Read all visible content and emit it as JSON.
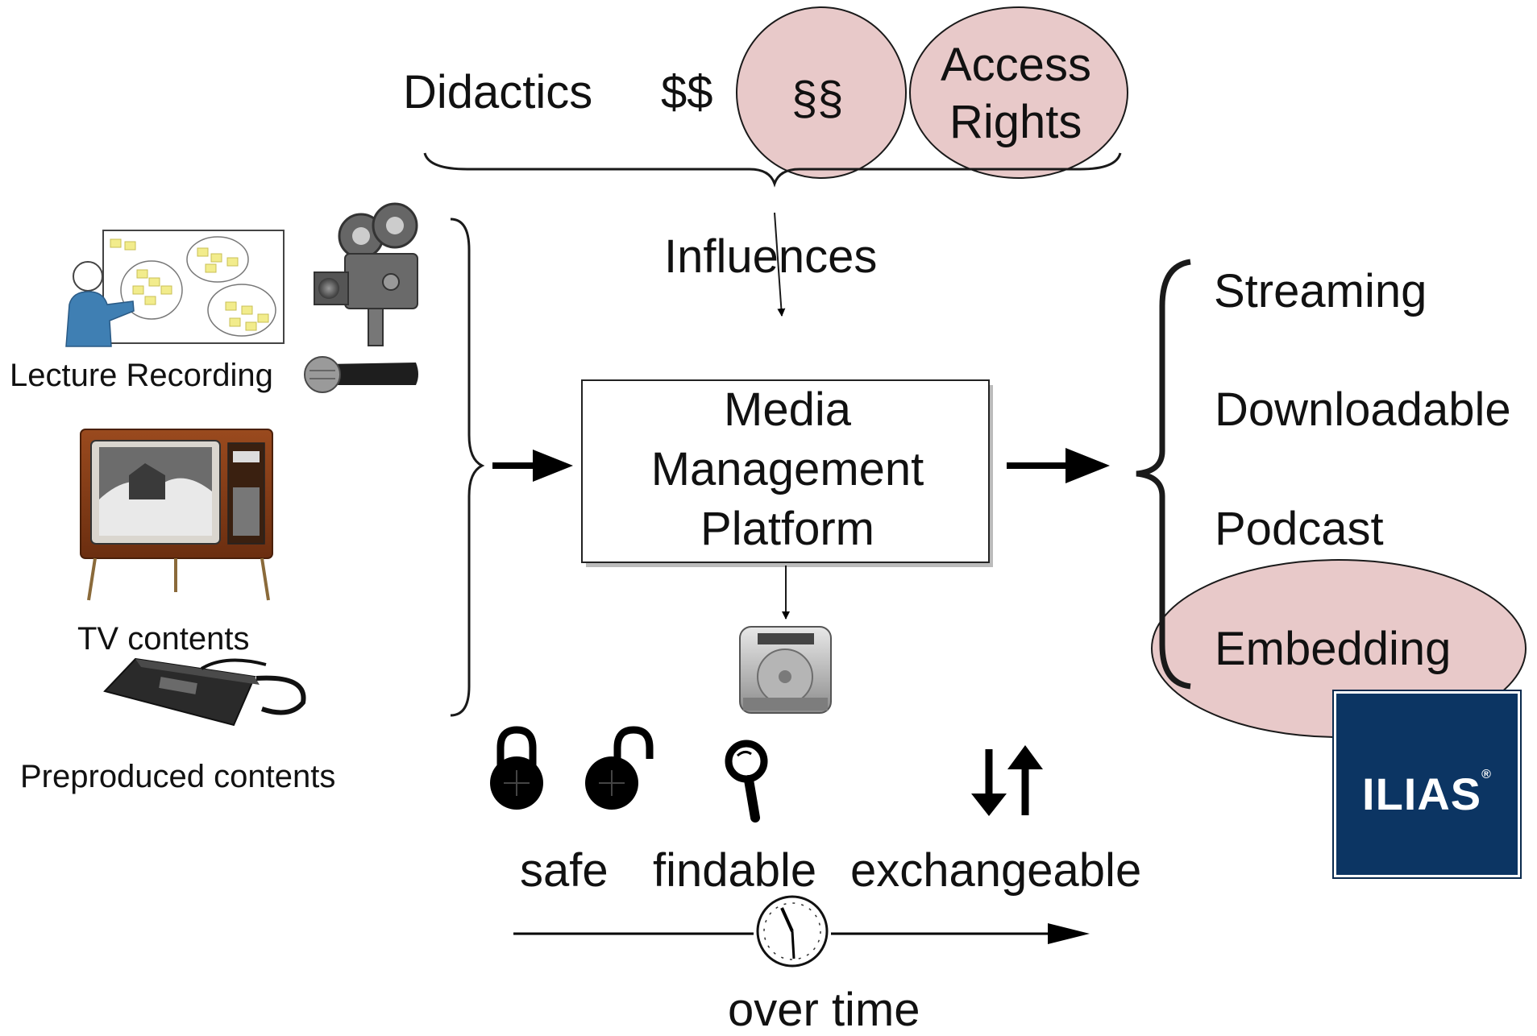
{
  "top": {
    "didactics": "Didactics",
    "money": "$$",
    "legal": "§§",
    "access_line1": "Access",
    "access_line2": "Rights",
    "influences": "Influences"
  },
  "sources": {
    "lecture": "Lecture Recording",
    "tv": "TV contents",
    "preproduced": "Preproduced contents"
  },
  "platform": {
    "line1": "Media",
    "line2": "Management",
    "line3": "Platform"
  },
  "outputs": {
    "streaming": "Streaming",
    "downloadable": "Downloadable",
    "podcast": "Podcast",
    "embedding": "Embedding"
  },
  "properties": {
    "safe": "safe",
    "findable": "findable",
    "exchangeable": "exchangeable",
    "over_time": "over time"
  },
  "logo": {
    "text": "ILIAS",
    "mark": "®"
  },
  "colors": {
    "highlight_fill": "#e8c9c9",
    "logo_bg": "#0c3563",
    "note_yellow": "#f2ec8c",
    "person_blue": "#3f7fb3"
  },
  "icons": [
    "whiteboard-presenter-icon",
    "video-camera-icon",
    "microphone-icon",
    "television-icon",
    "vhs-cassette-icon",
    "hard-drive-icon",
    "closed-lock-icon",
    "open-lock-icon",
    "magnifier-icon",
    "exchange-arrows-icon",
    "clock-icon"
  ]
}
